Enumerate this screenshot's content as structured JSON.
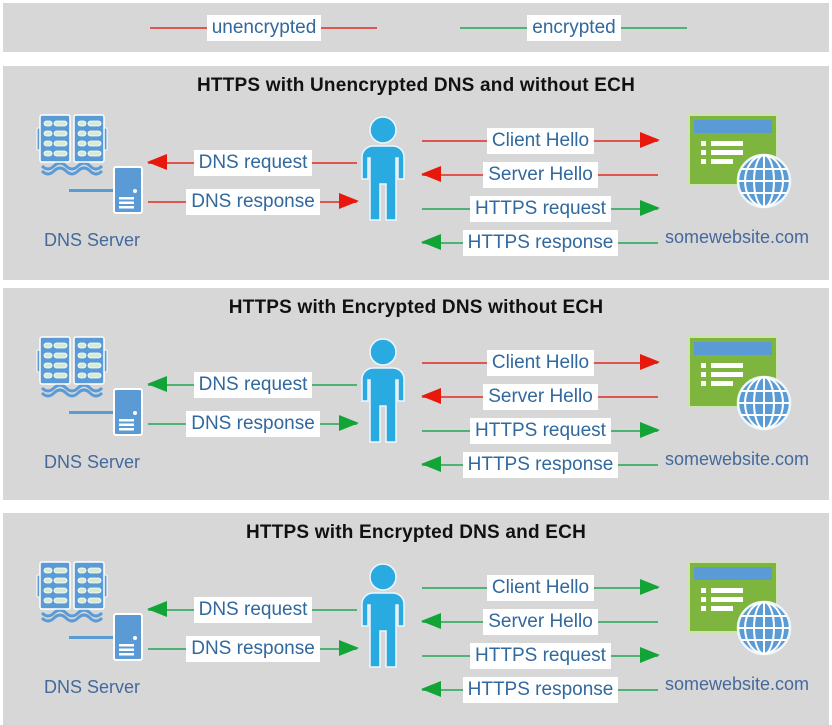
{
  "legend": {
    "items": [
      {
        "label": "unencrypted",
        "color": "red"
      },
      {
        "label": "encrypted",
        "color": "green"
      }
    ]
  },
  "panels": [
    {
      "title": "HTTPS with Unencrypted DNS and without ECH",
      "dns_server": {
        "caption": "DNS Server",
        "icon": "address-book-and-server-icon"
      },
      "user": {
        "icon": "person-icon"
      },
      "website": {
        "caption": "somewebsite.com",
        "icon": "browser-window-globe-icon"
      },
      "dns_arrows": [
        {
          "label": "DNS request",
          "direction": "left",
          "color": "red"
        },
        {
          "label": "DNS response",
          "direction": "right",
          "color": "red"
        }
      ],
      "https_arrows": [
        {
          "label": "Client Hello",
          "direction": "right",
          "color": "red"
        },
        {
          "label": "Server Hello",
          "direction": "left",
          "color": "red"
        },
        {
          "label": "HTTPS request",
          "direction": "right",
          "color": "green"
        },
        {
          "label": "HTTPS response",
          "direction": "left",
          "color": "green"
        }
      ]
    },
    {
      "title": "HTTPS with Encrypted DNS without ECH",
      "dns_server": {
        "caption": "DNS Server",
        "icon": "address-book-and-server-icon"
      },
      "user": {
        "icon": "person-icon"
      },
      "website": {
        "caption": "somewebsite.com",
        "icon": "browser-window-globe-icon"
      },
      "dns_arrows": [
        {
          "label": "DNS request",
          "direction": "left",
          "color": "green"
        },
        {
          "label": "DNS response",
          "direction": "right",
          "color": "green"
        }
      ],
      "https_arrows": [
        {
          "label": "Client Hello",
          "direction": "right",
          "color": "red"
        },
        {
          "label": "Server Hello",
          "direction": "left",
          "color": "red"
        },
        {
          "label": "HTTPS request",
          "direction": "right",
          "color": "green"
        },
        {
          "label": "HTTPS response",
          "direction": "left",
          "color": "green"
        }
      ]
    },
    {
      "title": "HTTPS with Encrypted DNS and ECH",
      "dns_server": {
        "caption": "DNS Server",
        "icon": "address-book-and-server-icon"
      },
      "user": {
        "icon": "person-icon"
      },
      "website": {
        "caption": "somewebsite.com",
        "icon": "browser-window-globe-icon"
      },
      "dns_arrows": [
        {
          "label": "DNS request",
          "direction": "left",
          "color": "green"
        },
        {
          "label": "DNS response",
          "direction": "right",
          "color": "green"
        }
      ],
      "https_arrows": [
        {
          "label": "Client Hello",
          "direction": "right",
          "color": "green"
        },
        {
          "label": "Server Hello",
          "direction": "left",
          "color": "green"
        },
        {
          "label": "HTTPS request",
          "direction": "right",
          "color": "green"
        },
        {
          "label": "HTTPS response",
          "direction": "left",
          "color": "green"
        }
      ]
    }
  ],
  "colors": {
    "unencrypted_red": "#e8180c",
    "encrypted_green": "#12a437",
    "panel_background": "#d7d7d7",
    "arrow_label_text": "#31689e",
    "caption_text": "#44699d",
    "person_blue": "#29abe2",
    "dns_icon_blue": "#5b9bd5",
    "website_green": "#7db53e",
    "title_text": "#111111"
  }
}
